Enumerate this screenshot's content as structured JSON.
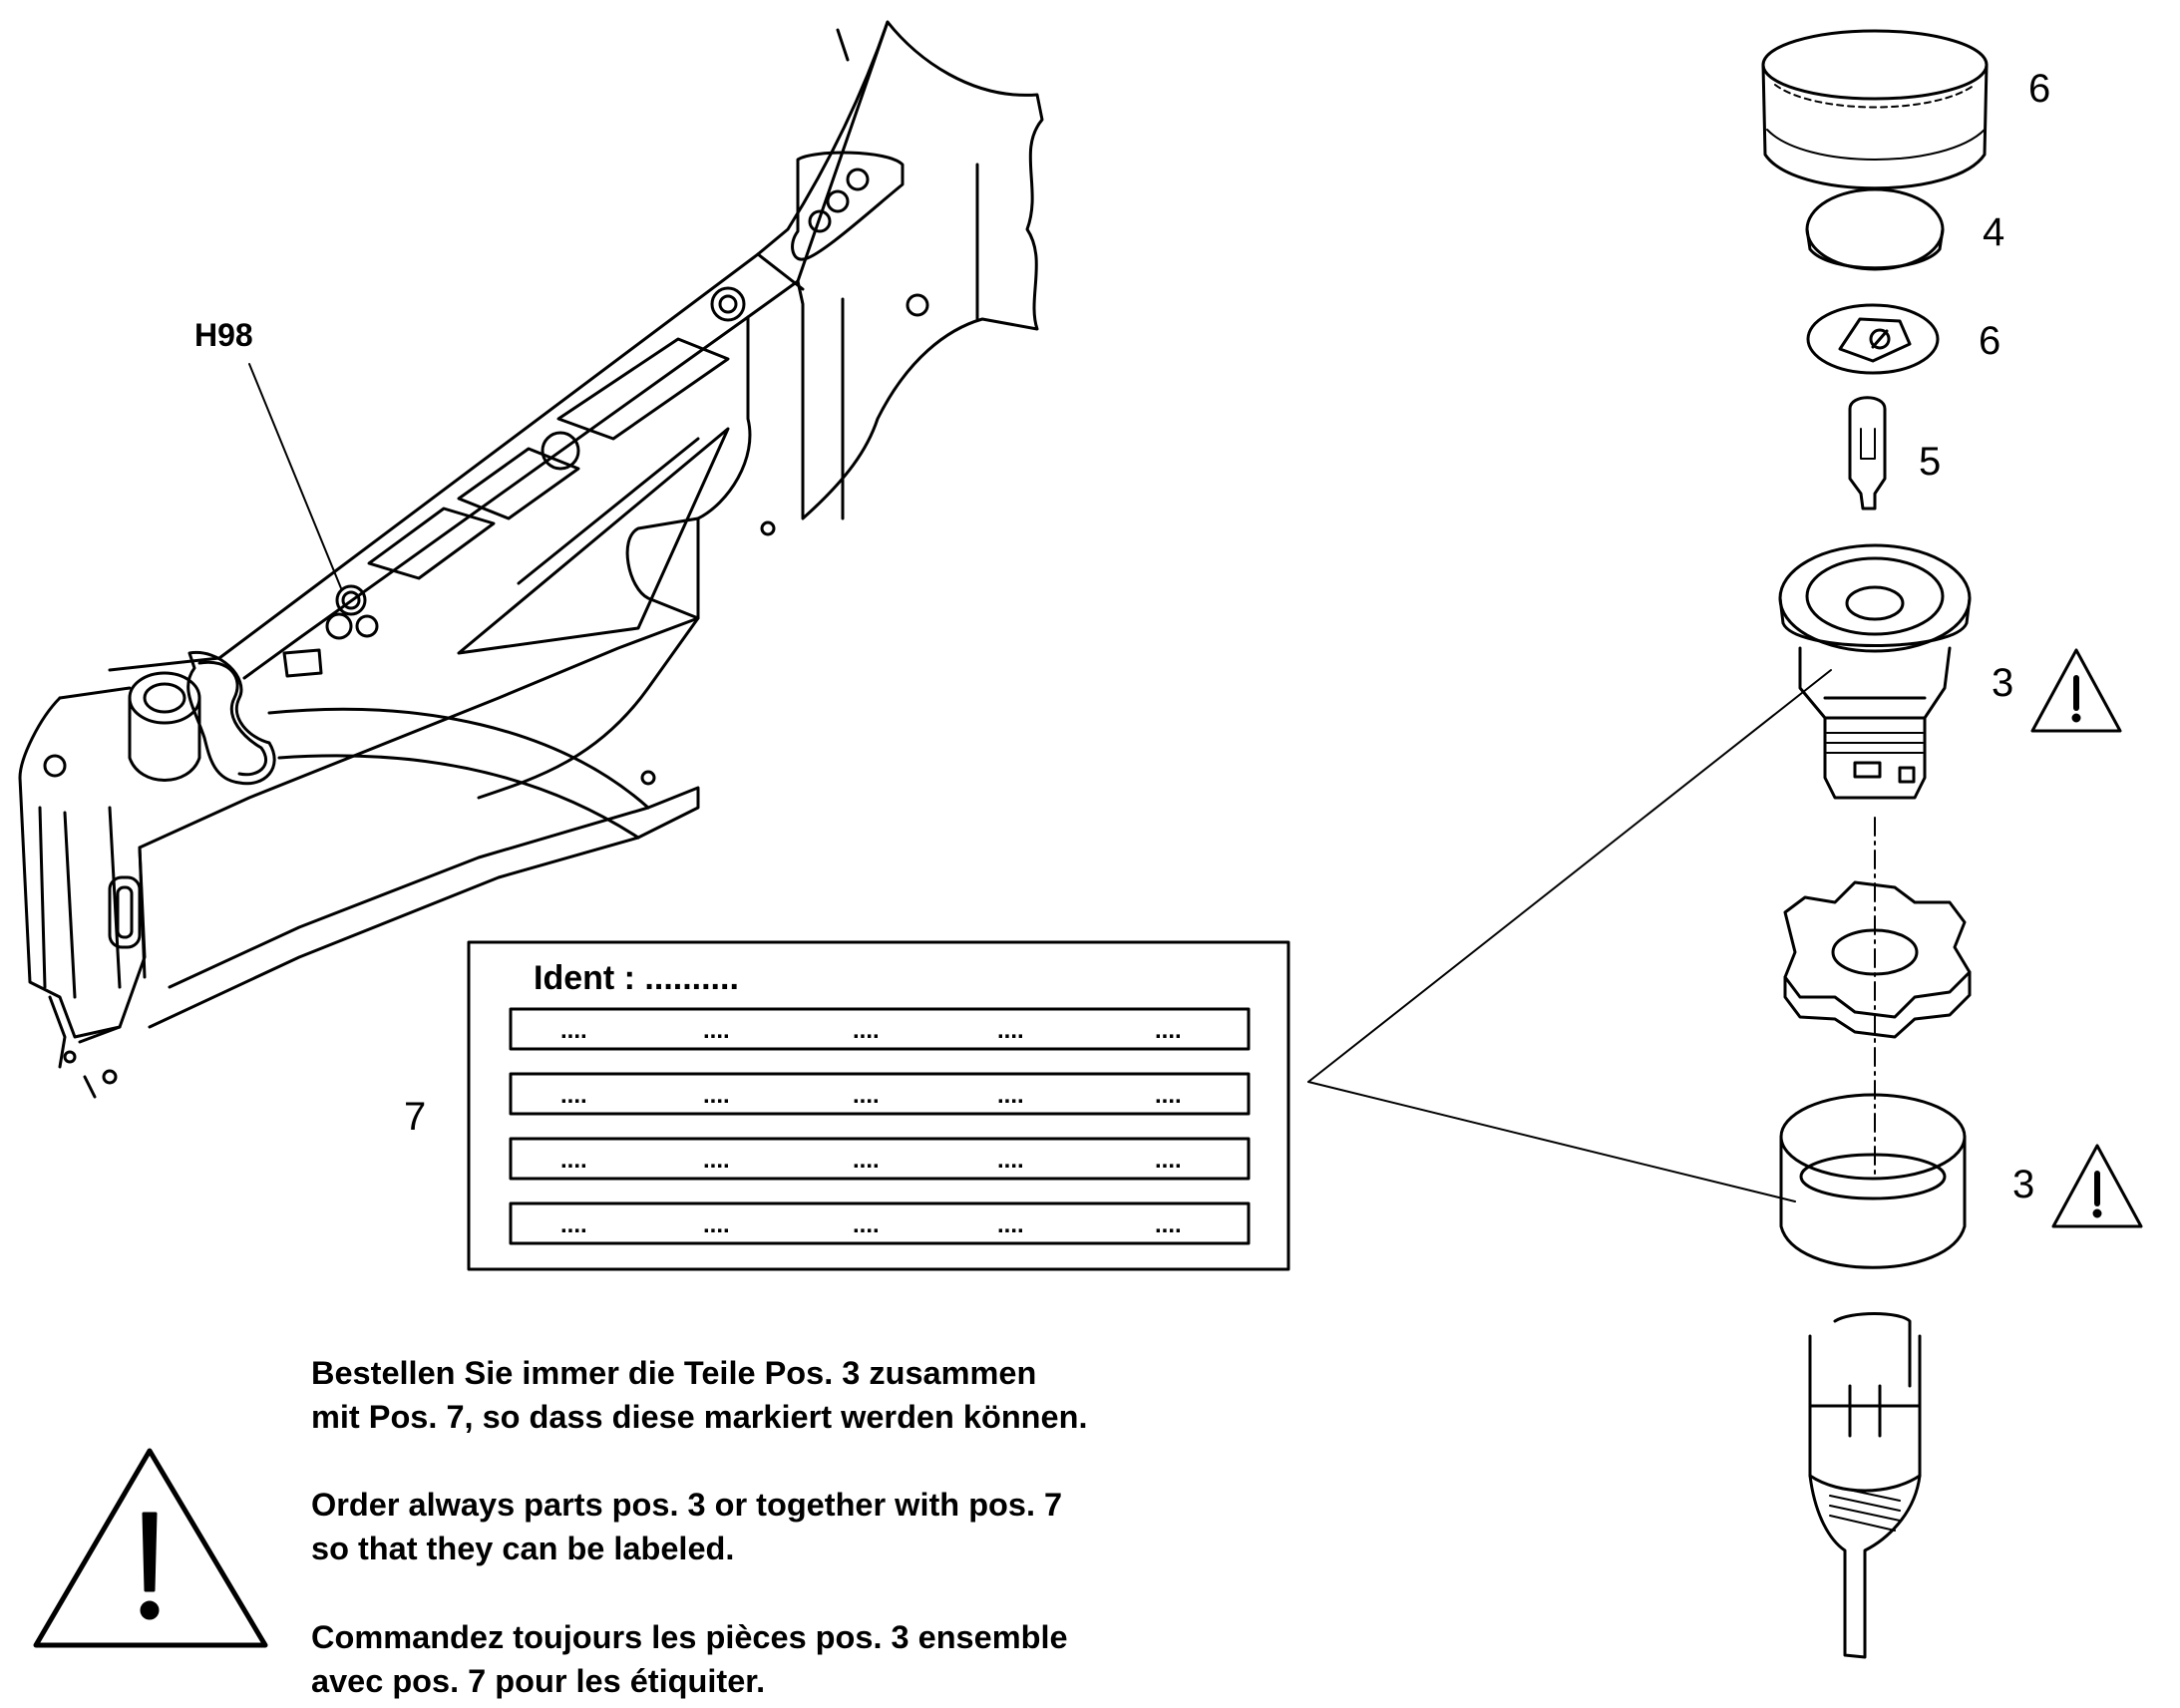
{
  "callouts": {
    "h98": "H98",
    "pos6_top": "6",
    "pos4": "4",
    "pos6_mid": "6",
    "pos5": "5",
    "pos3_top": "3",
    "pos3_bottom": "3",
    "pos7": "7"
  },
  "label_card": {
    "ident": "Ident : ..........",
    "rows": [
      [
        "....",
        "....",
        "....",
        "....",
        "...."
      ],
      [
        "....",
        "....",
        "....",
        "....",
        "...."
      ],
      [
        "....",
        "....",
        "....",
        "....",
        "...."
      ],
      [
        "....",
        "....",
        "....",
        "....",
        "...."
      ]
    ]
  },
  "notice": {
    "de_line1": "Bestellen Sie immer die Teile Pos. 3 zusammen",
    "de_line2": "mit Pos. 7, so dass diese markiert werden können.",
    "en_line1": "Order always parts pos. 3 or together with pos. 7",
    "en_line2": "so that they can be labeled.",
    "fr_line1": "Commandez toujours les pièces pos. 3 ensemble",
    "fr_line2": "avec pos. 7 pour les étiquiter."
  },
  "icons": [
    "warning-triangle-icon"
  ]
}
